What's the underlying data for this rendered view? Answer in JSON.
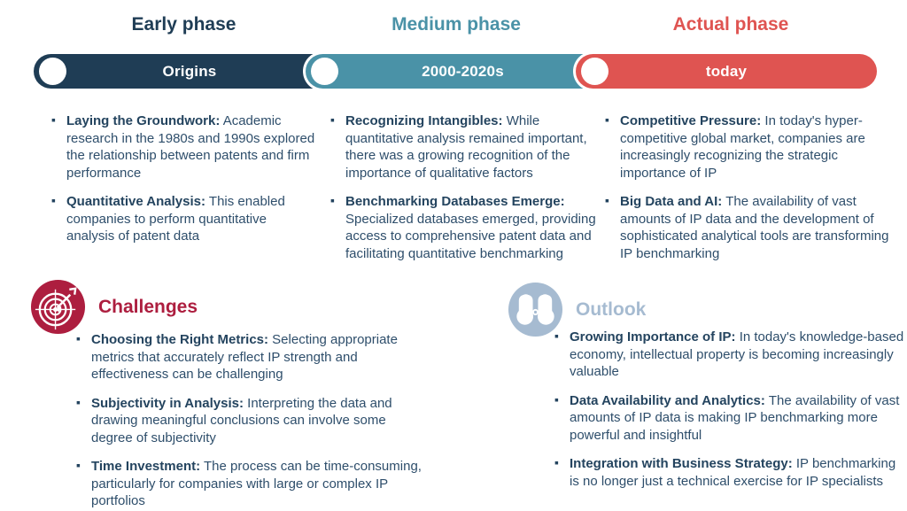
{
  "text_color": "#2e4e6b",
  "timeline": {
    "phases": [
      {
        "header": "Early phase",
        "bar_label": "Origins",
        "color": "#1f3d55",
        "bullets": [
          {
            "term": "Laying the Groundwork:",
            "text": "Academic research in the 1980s and 1990s explored the relationship between patents and firm performance"
          },
          {
            "term": "Quantitative Analysis:",
            "text": "This enabled companies to perform quantitative analysis of patent data"
          }
        ]
      },
      {
        "header": "Medium phase",
        "bar_label": "2000-2020s",
        "color": "#4a92a7",
        "bullets": [
          {
            "term": "Recognizing Intangibles:",
            "text": "While quantitative analysis remained important, there was a growing recognition of the importance of qualitative factors"
          },
          {
            "term": "Benchmarking Databases Emerge:",
            "text": "Specialized databases emerged, providing access to comprehensive patent data and facilitating quantitative benchmarking"
          }
        ]
      },
      {
        "header": "Actual phase",
        "bar_label": "today",
        "color": "#df5451",
        "bullets": [
          {
            "term": "Competitive Pressure:",
            "text": "In today's hyper-competitive global market, companies are increasingly recognizing the strategic importance of IP"
          },
          {
            "term": "Big Data and AI:",
            "text": "The availability of vast amounts of IP data and the development of sophisticated analytical tools are transforming IP benchmarking"
          }
        ]
      }
    ]
  },
  "sections": [
    {
      "title": "Challenges",
      "icon": "target-dart-icon",
      "color": "#ad1e3f",
      "bullets": [
        {
          "term": "Choosing the Right Metrics:",
          "text": "Selecting appropriate metrics that accurately reflect IP strength and effectiveness can be challenging"
        },
        {
          "term": "Subjectivity in Analysis:",
          "text": "Interpreting the data and drawing meaningful conclusions can involve some degree of subjectivity"
        },
        {
          "term": "Time Investment:",
          "text": "The process can be time-consuming, particularly for companies with large or complex IP portfolios"
        }
      ]
    },
    {
      "title": "Outlook",
      "icon": "binoculars-icon",
      "color": "#a6bbd1",
      "bullets": [
        {
          "term": "Growing Importance of IP:",
          "text": "In today's knowledge-based economy, intellectual property is becoming increasingly valuable"
        },
        {
          "term": "Data Availability and Analytics:",
          "text": "The availability of vast amounts of IP data is making IP benchmarking more powerful and insightful"
        },
        {
          "term": "Integration with Business Strategy:",
          "text": "IP benchmarking is no longer just a technical exercise for IP specialists"
        }
      ]
    }
  ]
}
